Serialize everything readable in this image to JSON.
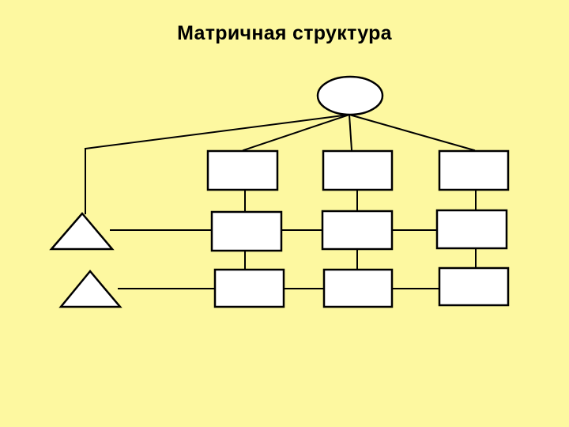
{
  "slide": {
    "title": "Матричная структура"
  },
  "colors": {
    "background": "#fdf8a0",
    "stroke": "#000000",
    "shape_fill": "#ffffff"
  },
  "diagram": {
    "top_node": "ellipse",
    "matrix_rows": 3,
    "matrix_columns": 3,
    "side_nodes": [
      "triangle",
      "triangle"
    ]
  }
}
